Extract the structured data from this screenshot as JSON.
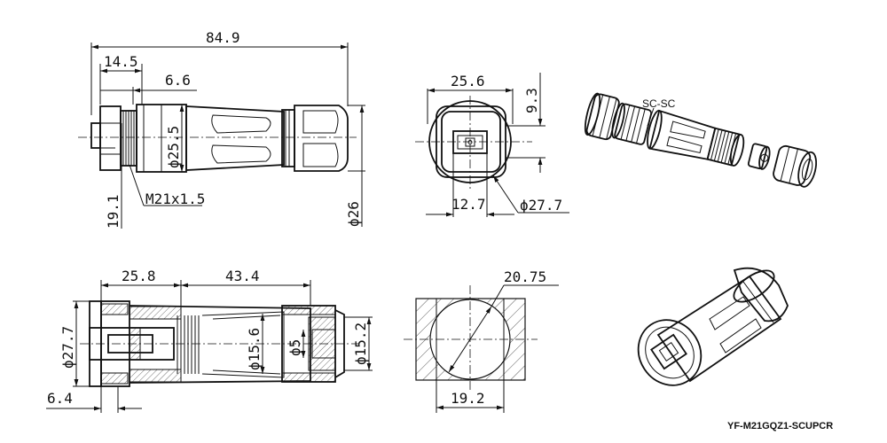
{
  "top_side_view": {
    "overall_length": "84.9",
    "nut_width": "14.5",
    "body_offset": "6.6",
    "body_diameter": "ϕ25.5",
    "flange_height": "19.1",
    "thread": "M21x1.5",
    "max_diameter": "ϕ26"
  },
  "front_view": {
    "width": "25.6",
    "offset": "9.3",
    "slot_width": "12.7",
    "outer_diameter": "ϕ27.7"
  },
  "exploded_view": {
    "label": "SC-SC"
  },
  "section_view": {
    "left_length": "25.8",
    "right_length": "43.4",
    "outer_diameter": "ϕ27.7",
    "inner_diameter": "ϕ15.6",
    "cable_diameter": "ϕ5",
    "end_diameter": "ϕ15.2",
    "flange_thickness": "6.4"
  },
  "panel_cutout": {
    "hole_diameter": "20.75",
    "flat_width": "19.2"
  },
  "part_number": "YF-M21GQZ1-SCUPCR"
}
